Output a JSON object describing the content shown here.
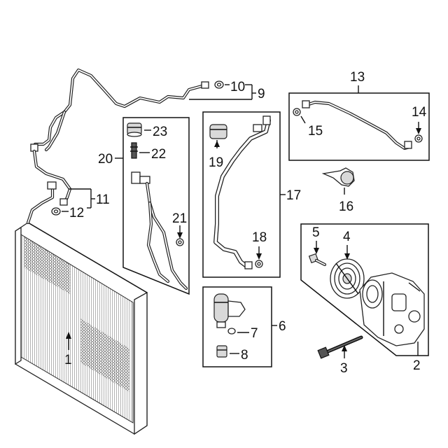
{
  "callouts": {
    "c1": "1",
    "c2": "2",
    "c3": "3",
    "c4": "4",
    "c5": "5",
    "c6": "6",
    "c7": "7",
    "c8": "8",
    "c9": "9",
    "c10": "10",
    "c11": "11",
    "c12": "12",
    "c13": "13",
    "c14": "14",
    "c15": "15",
    "c16": "16",
    "c17": "17",
    "c18": "18",
    "c19": "19",
    "c20": "20",
    "c21": "21",
    "c22": "22",
    "c23": "23"
  },
  "colors": {
    "ink": "#111111",
    "background": "#ffffff"
  }
}
